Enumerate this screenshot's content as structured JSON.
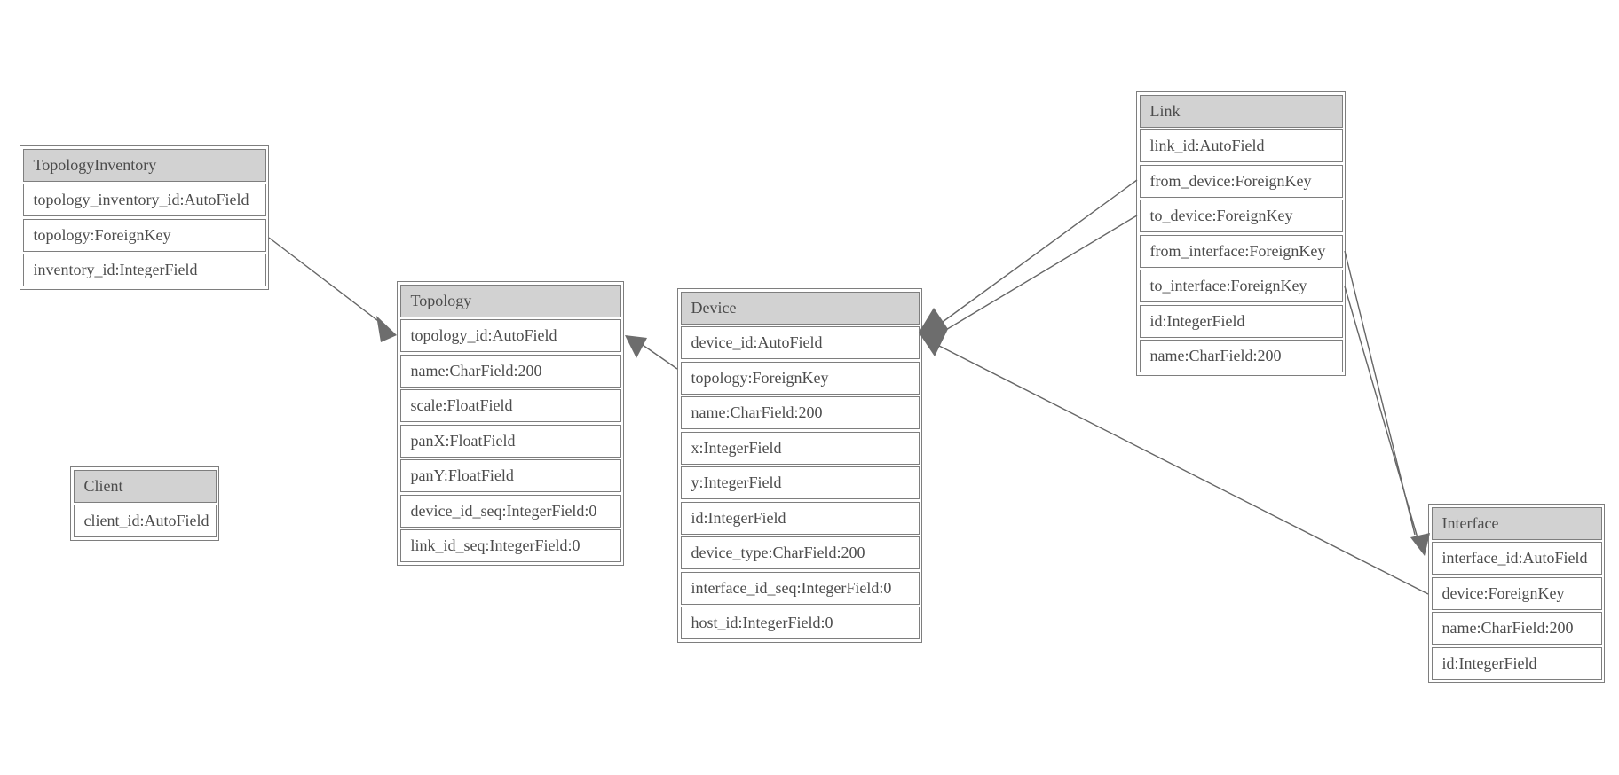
{
  "diagram": {
    "type": "entity-relationship-model-diagram",
    "colors": {
      "background": "#ffffff",
      "header_bg": "#d2d2d2",
      "border": "#7e7e7e",
      "text": "#4c4c4c",
      "connector_line": "#666666",
      "arrowhead": "#6d6d6d"
    },
    "entities": {
      "topology_inventory": {
        "name": "TopologyInventory",
        "fields": [
          "topology_inventory_id:AutoField",
          "topology:ForeignKey",
          "inventory_id:IntegerField"
        ]
      },
      "topology": {
        "name": "Topology",
        "fields": [
          "topology_id:AutoField",
          "name:CharField:200",
          "scale:FloatField",
          "panX:FloatField",
          "panY:FloatField",
          "device_id_seq:IntegerField:0",
          "link_id_seq:IntegerField:0"
        ]
      },
      "client": {
        "name": "Client",
        "fields": [
          "client_id:AutoField"
        ]
      },
      "device": {
        "name": "Device",
        "fields": [
          "device_id:AutoField",
          "topology:ForeignKey",
          "name:CharField:200",
          "x:IntegerField",
          "y:IntegerField",
          "id:IntegerField",
          "device_type:CharField:200",
          "interface_id_seq:IntegerField:0",
          "host_id:IntegerField:0"
        ]
      },
      "link": {
        "name": "Link",
        "fields": [
          "link_id:AutoField",
          "from_device:ForeignKey",
          "to_device:ForeignKey",
          "from_interface:ForeignKey",
          "to_interface:ForeignKey",
          "id:IntegerField",
          "name:CharField:200"
        ]
      },
      "interface": {
        "name": "Interface",
        "fields": [
          "interface_id:AutoField",
          "device:ForeignKey",
          "name:CharField:200",
          "id:IntegerField"
        ]
      }
    },
    "edges": [
      {
        "from": "TopologyInventory.topology",
        "to": "Topology"
      },
      {
        "from": "Device.topology",
        "to": "Topology"
      },
      {
        "from": "Link.from_device",
        "to": "Device"
      },
      {
        "from": "Link.to_device",
        "to": "Device"
      },
      {
        "from": "Interface.device",
        "to": "Device"
      },
      {
        "from": "Link.from_interface",
        "to": "Interface"
      },
      {
        "from": "Link.to_interface",
        "to": "Interface"
      }
    ]
  }
}
